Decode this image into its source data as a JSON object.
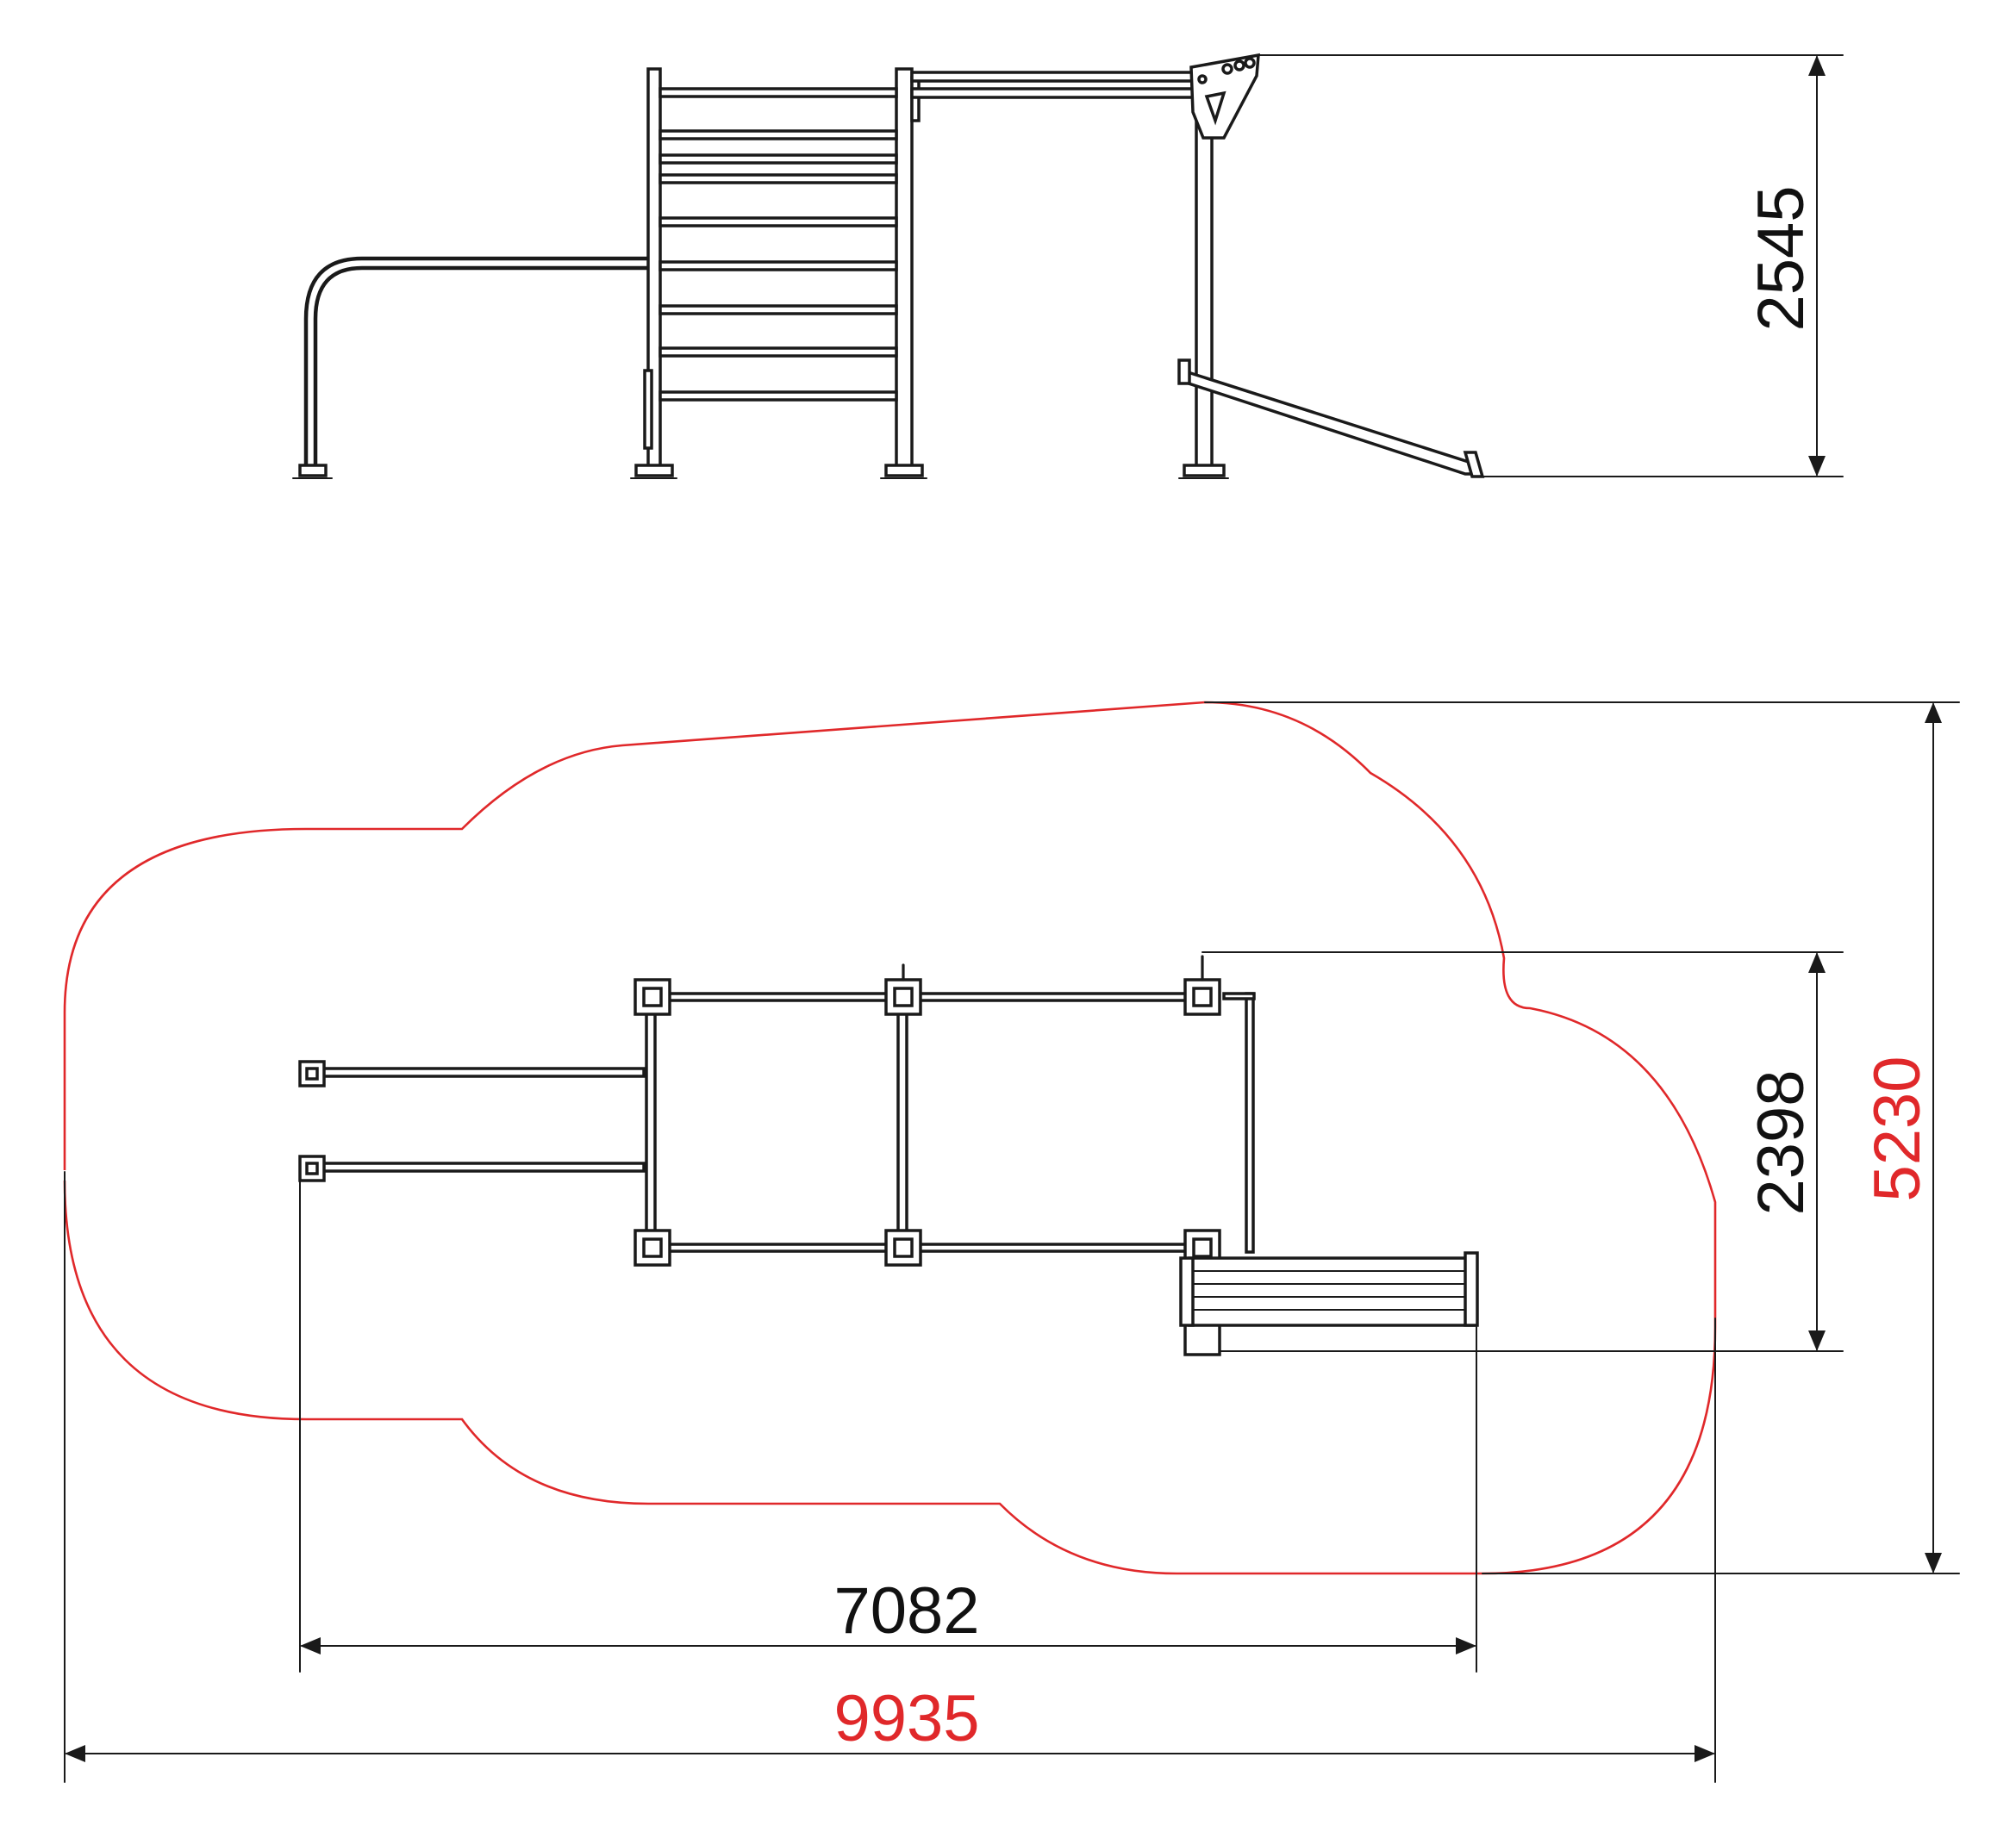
{
  "dimensions": {
    "height": "2545",
    "width_equipment": "2398",
    "length_equipment": "7082",
    "safety_length": "9935",
    "safety_width": "5230"
  },
  "colors": {
    "line": "#1a1a1a",
    "safety_zone": "#e0282a",
    "dimension_text": "#111111"
  }
}
